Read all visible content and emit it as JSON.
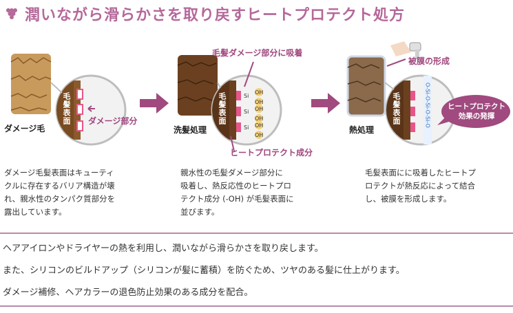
{
  "title": "潤いながら滑らかさを取り戻すヒートプロテクト処方",
  "stages": [
    {
      "name": "ダメージ毛",
      "vertical_label": "毛髪表面",
      "callout": "ダメージ部分",
      "description": "ダメージ毛髪表面はキューティ\nクルに存在するバリア構造が壊\nれ、親水性のタンパク質部分を\n露出しています。"
    },
    {
      "name": "洗髪処理",
      "vertical_label": "毛髪表面",
      "callout_top": "毛髪ダメージ部分に吸着",
      "callout_bottom": "ヒートプロテクト成分",
      "chem": [
        "Si",
        "OH",
        "OH",
        "Si",
        "OH",
        "OH",
        "Si",
        "OH",
        "OH"
      ],
      "description": "親水性の毛髪ダメージ部分に\n吸着し、熱反応性のヒートプロ\nテクト成分 (-OH) が毛髪表面に\n並びます。"
    },
    {
      "name": "熱処理",
      "vertical_label": "毛髪表面",
      "callout_top": "被膜の形成",
      "bubble_line1": "ヒートプロテクト",
      "bubble_line2": "効果の発揮",
      "film_chain": "O-Si-O-Si-O-Si-O",
      "description": "毛髪表面にに吸着したヒートプ\nロテクトが熱反応によって結合\nし、被膜を形成します。"
    }
  ],
  "footer": [
    "ヘアアイロンやドライヤーの熱を利用し、潤いながら滑らかさを取り戻します。",
    "また、シリコンのビルドアップ（シリコンが髪に蓄積）を防ぐため、ツヤのある髪に仕上がります。",
    "ダメージ補修、ヘアカラーの退色防止効果のある成分を配合。"
  ],
  "colors": {
    "accent": "#b5689a",
    "arrow": "#a04a7f",
    "hair_light": "#c89a5c",
    "hair_dark": "#6b4020",
    "pink_block": "#e8558a"
  },
  "icons": [
    "grape-icon",
    "arrow-right-icon",
    "hair-strand-icon",
    "dryer-icon"
  ]
}
